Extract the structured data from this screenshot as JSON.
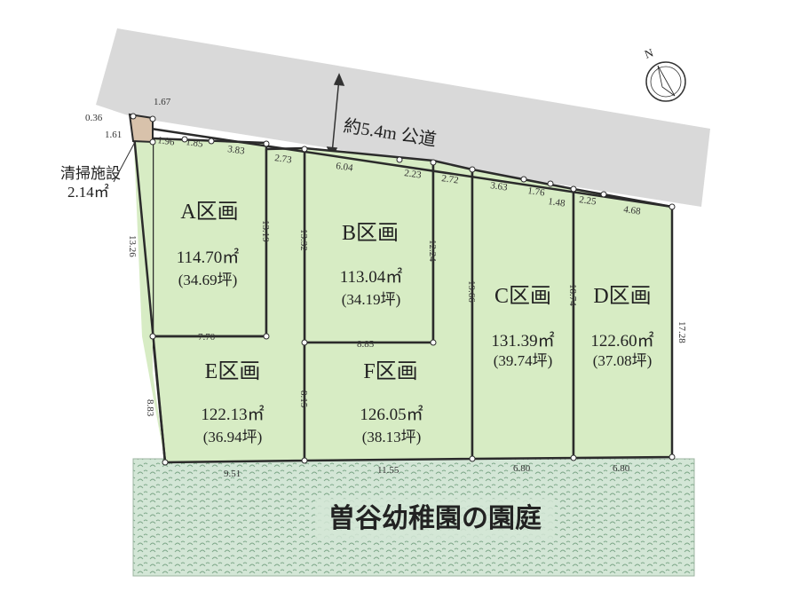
{
  "road": {
    "label": "約5.4m 公道"
  },
  "garden": {
    "label": "曽谷幼稚園の園庭"
  },
  "facility": {
    "label": "清掃施設",
    "area": "2.14㎡",
    "dims": [
      "0.36",
      "1.67",
      "1.61"
    ]
  },
  "compass": {
    "label": "N"
  },
  "lots": [
    {
      "name": "A区画",
      "area": "114.70㎡",
      "tsubo": "(34.69坪)"
    },
    {
      "name": "B区画",
      "area": "113.04㎡",
      "tsubo": "(34.19坪)"
    },
    {
      "name": "C区画",
      "area": "131.39㎡",
      "tsubo": "(39.74坪)"
    },
    {
      "name": "D区画",
      "area": "122.60㎡",
      "tsubo": "(37.08坪)"
    },
    {
      "name": "E区画",
      "area": "122.13㎡",
      "tsubo": "(36.94坪)"
    },
    {
      "name": "F区画",
      "area": "126.05㎡",
      "tsubo": "(38.13坪)"
    }
  ],
  "dimensions": {
    "top": [
      "1.96",
      "1.85",
      "3.83",
      "2.73",
      "6.04",
      "2.23",
      "2.72",
      "3.63",
      "1.76",
      "1.48",
      "2.25",
      "4.68"
    ],
    "bottom": [
      "9.51",
      "11.55",
      "6.80",
      "6.80"
    ],
    "left": [
      "13.26",
      "8.83"
    ],
    "right": "17.28",
    "interior": {
      "a_right": "13.19",
      "ab_divider": "13.32",
      "b_right": "12.24",
      "bc_divider": "19.66",
      "cd_divider": "18.74",
      "ae_divider": "7.70",
      "bf_divider": "8.85",
      "ef_divider": "8.15"
    }
  }
}
